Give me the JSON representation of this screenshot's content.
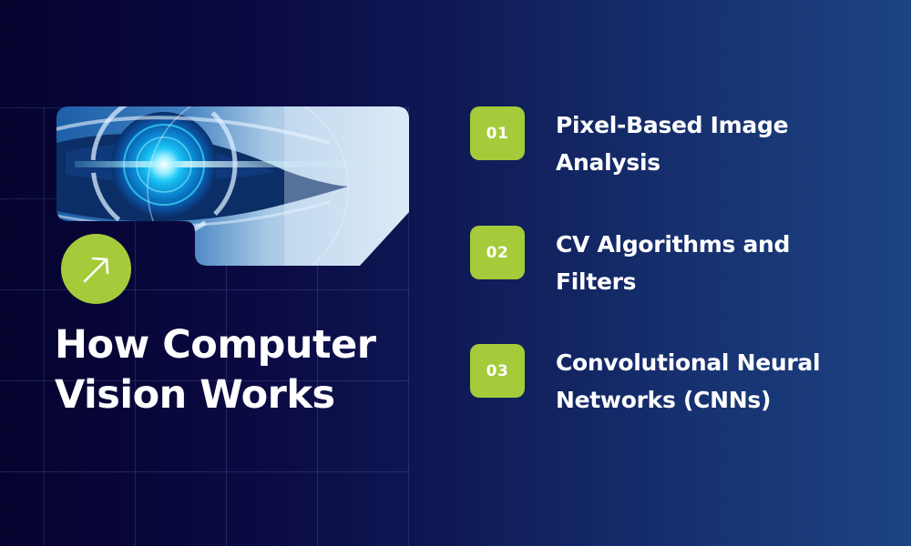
{
  "title": {
    "line1": "How Computer",
    "line2": "Vision Works"
  },
  "hero_image": {
    "description": "Futuristic glowing blue robotic eye with HUD rings"
  },
  "arrow_button": {
    "icon": "arrow-up-right-icon"
  },
  "steps": [
    {
      "number": "01",
      "line1": "Pixel-Based Image",
      "line2": "Analysis"
    },
    {
      "number": "02",
      "line1": "CV Algorithms and",
      "line2": "Filters"
    },
    {
      "number": "03",
      "line1": "Convolutional Neural",
      "line2": "Networks (CNNs)"
    }
  ],
  "colors": {
    "background_left": "#05032e",
    "background_right": "#1d4383",
    "accent_green": "#a5cb3a",
    "text": "#ffffff",
    "grid_line": "#2e3470"
  }
}
